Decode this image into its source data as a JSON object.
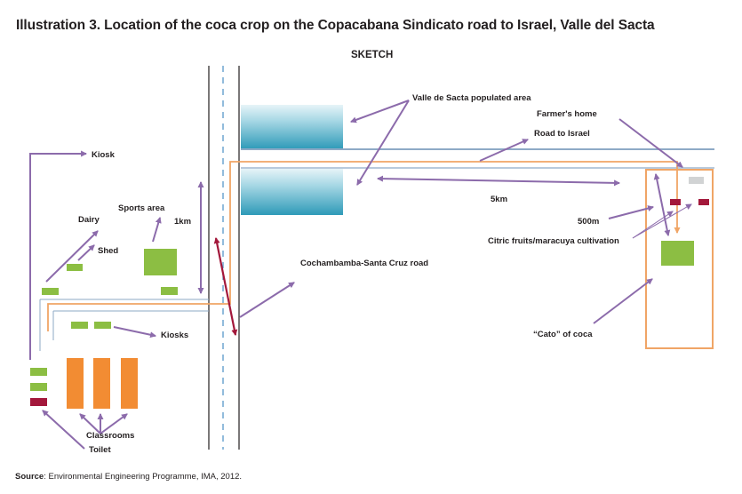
{
  "title": "Illustration 3. Location of the coca crop on the Copacabana Sindicato road to Israel, Valle del Sacta",
  "subtitle": "SKETCH",
  "labels": {
    "kiosk": "Kiosk",
    "dairy": "Dairy",
    "sports_area": "Sports area",
    "shed": "Shed",
    "one_km": "1km",
    "kiosks": "Kiosks",
    "classrooms": "Classrooms",
    "toilet": "Toilet",
    "cochabamba_road": "Cochambamba-Santa Cruz road",
    "valle_populated": "Valle de Sacta populated area",
    "farmers_home": "Farmer's home",
    "road_to_israel": "Road to Israel",
    "five_km": "5km",
    "five_hundred_m": "500m",
    "citric": "Citric fruits/maracuya cultivation",
    "cato": "“Cato” of coca"
  },
  "source": {
    "prefix": "Source",
    "text": ": Environmental Engineering Programme, IMA, 2012."
  },
  "colors": {
    "arrow": "#8c6bab",
    "road_orange": "#f0a566",
    "green": "#8cbe43",
    "orange_block": "#f28c33",
    "dark_red": "#a3183b",
    "populated_blue": "#3aa2be",
    "road_blue": "#8eaac6"
  }
}
